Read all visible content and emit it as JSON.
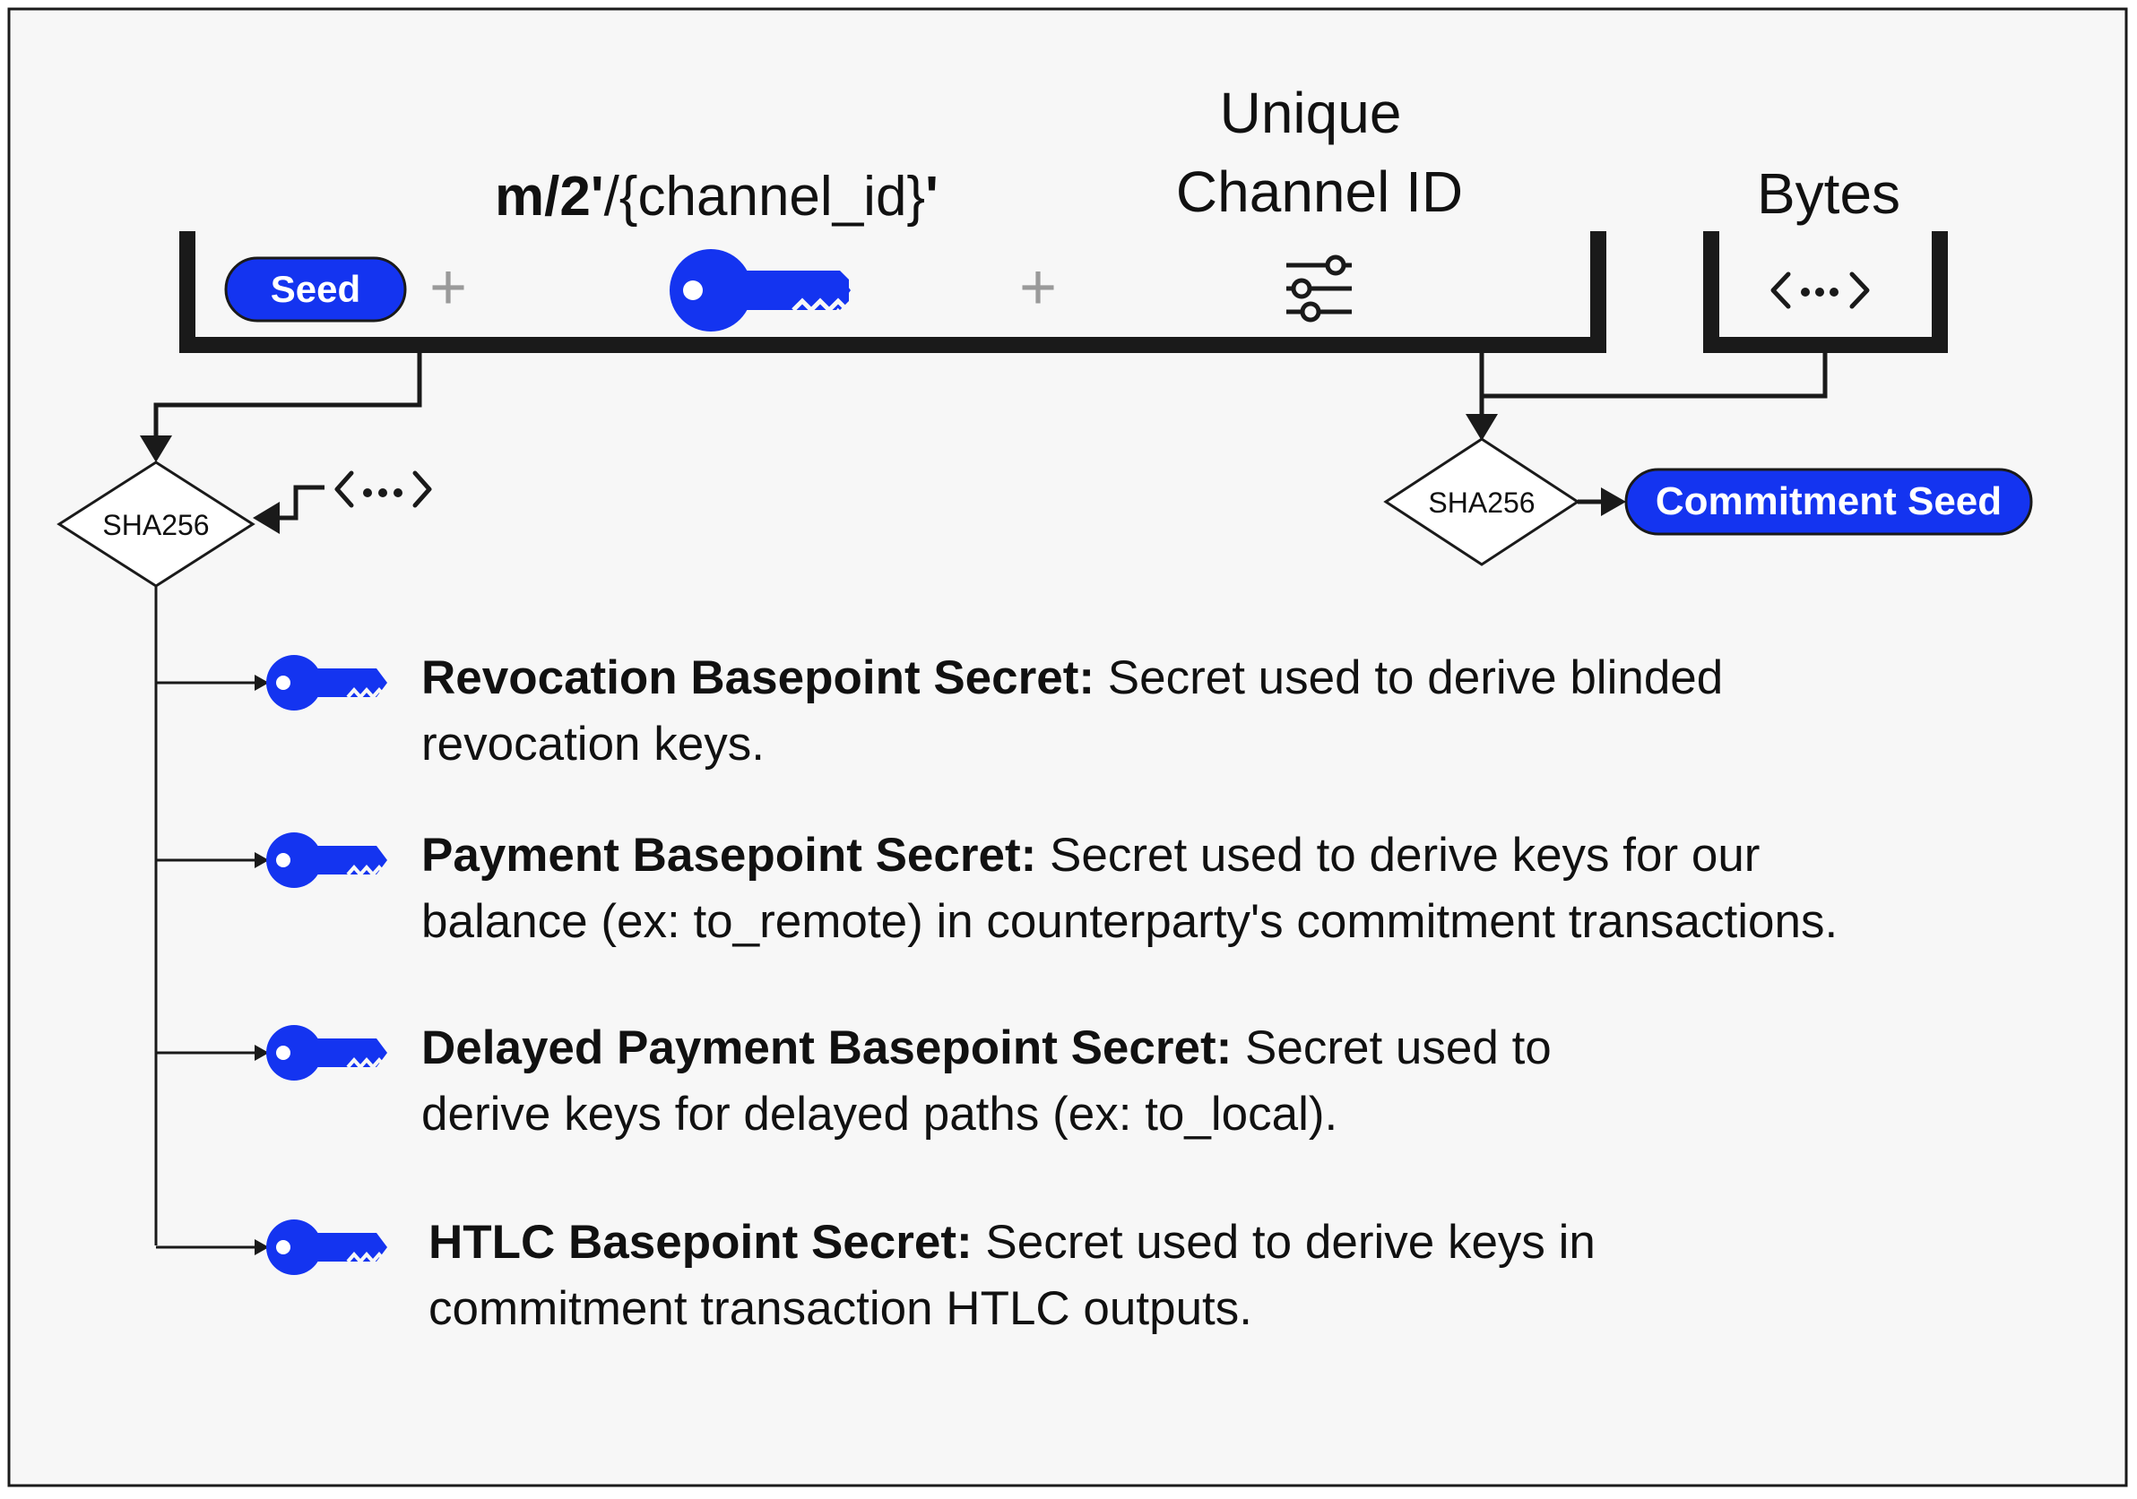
{
  "inputs": {
    "seed_label": "Seed",
    "plus_1": "+",
    "plus_2": "+",
    "path_bold": "m/2'",
    "path_rest": "/{channel_id}",
    "path_tail": "'",
    "unique_line1": "Unique",
    "unique_line2": "Channel ID",
    "bytes_label": "Bytes",
    "bytes_icon": "<•••>"
  },
  "hash_left": {
    "label": "SHA256",
    "extra_bytes": "<•••>"
  },
  "hash_right": {
    "label": "SHA256",
    "output": "Commitment Seed"
  },
  "secrets": [
    {
      "title": "Revocation Basepoint Secret:",
      "line1_rest": " Secret used to derive blinded",
      "line2": "revocation keys."
    },
    {
      "title": "Payment Basepoint Secret:",
      "line1_rest": " Secret used to derive keys for our",
      "line2": "balance (ex: to_remote) in counterparty's commitment transactions."
    },
    {
      "title": "Delayed Payment Basepoint Secret:",
      "line1_rest": " Secret used to",
      "line2": "derive keys for delayed paths (ex: to_local)."
    },
    {
      "title": "HTLC Basepoint Secret:",
      "line1_rest": " Secret used to derive keys in",
      "line2": "commitment transaction HTLC outputs."
    }
  ],
  "icons": {
    "key": "key-icon",
    "sliders": "sliders-icon",
    "bytes": "code-bytes-icon",
    "arrow": "arrow-icon"
  },
  "colors": {
    "accent": "#1434f0",
    "line": "#1a1a1a",
    "background": "#f7f7f7",
    "text": "#111111"
  }
}
